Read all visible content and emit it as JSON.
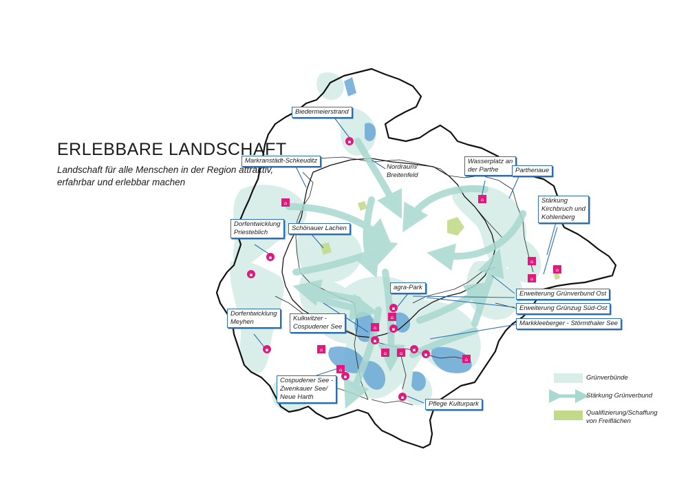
{
  "title": "ERLEBBARE LANDSCHAFT",
  "subtitle": {
    "line1": "Landschaft für alle Menschen in der Region attraktiv,",
    "line2": "erfahrbar und erlebbar machen"
  },
  "labels": {
    "biedermeierstrand": "Biedermeierstrand",
    "markranstaedt": "Markranstädt-Schkeuditz",
    "nordraum_1": "Nordraum/",
    "nordraum_2": "Breitenfeld",
    "wasserplatz_1": "Wasserplatz an",
    "wasserplatz_2": "der Parthe",
    "parthenaue": "Parthenaue",
    "staerkung_1": "Stärkung",
    "staerkung_2": "Kirchbruch und",
    "staerkung_3": "Kohlenberg",
    "dorf_priesteblich_1": "Dorfentwicklung",
    "dorf_priesteblich_2": "Priesteblich",
    "schoenauer": "Schönauer Lachen",
    "agra": "agra-Park",
    "gv_ost": "Erweiterung Grünverbund Ost",
    "gz_suedost": "Erweiterung Grünzug Süd-Ost",
    "markkleeberger": "Markkleeberger - Störmthaler See",
    "dorf_meyhen_1": "Dorfentwicklung",
    "dorf_meyhen_2": "Meyhen",
    "kulkwitzer_1": "Kulkwitzer -",
    "kulkwitzer_2": "Cospudener See",
    "cospudener_1": "Cospudener See -",
    "cospudener_2": "Zwenkauer See/",
    "cospudener_3": "Neue Harth",
    "kulturpark": "Pflege Kulturpark"
  },
  "legend": {
    "gruenverbuende": "Grünverbünde",
    "staerkung": "Stärkung Grünverbund",
    "quali_1": "Qualifizierung/Schaffung",
    "quali_2": "von Freiflächen"
  },
  "colors": {
    "green_network": "#d9eee8",
    "arrow": "#9fd3cb",
    "water": "#6aa8d6",
    "open_space": "#c2d98a",
    "marker": "#e0197d",
    "label_border": "#2a6db2",
    "leader": "#2a6db2",
    "boundary": "#111111"
  },
  "markers": [
    {
      "icon": "landmark-icon",
      "shape": "circle"
    },
    {
      "icon": "rail-icon",
      "shape": "square"
    },
    {
      "icon": "bike-icon",
      "shape": "circle"
    },
    {
      "icon": "landmark-icon",
      "shape": "circle"
    },
    {
      "icon": "village-icon",
      "shape": "square"
    },
    {
      "icon": "landmark-icon",
      "shape": "circle"
    },
    {
      "icon": "rail-icon",
      "shape": "square"
    },
    {
      "icon": "industry-icon",
      "shape": "square"
    },
    {
      "icon": "industry-icon",
      "shape": "square"
    },
    {
      "icon": "industry-icon",
      "shape": "square"
    },
    {
      "icon": "tree-icon",
      "shape": "square"
    },
    {
      "icon": "ruin-icon",
      "shape": "square"
    },
    {
      "icon": "landmark-icon",
      "shape": "circle"
    },
    {
      "icon": "landmark-icon",
      "shape": "circle"
    },
    {
      "icon": "rail-icon",
      "shape": "square"
    },
    {
      "icon": "bird-icon",
      "shape": "square"
    },
    {
      "icon": "bird-icon",
      "shape": "square"
    },
    {
      "icon": "rail-icon",
      "shape": "square"
    },
    {
      "icon": "landmark-icon",
      "shape": "circle"
    },
    {
      "icon": "hiker-icon",
      "shape": "square"
    },
    {
      "icon": "landmark-icon",
      "shape": "circle"
    },
    {
      "icon": "landmark-icon",
      "shape": "circle"
    },
    {
      "icon": "ruin-icon",
      "shape": "square"
    },
    {
      "icon": "bird-icon",
      "shape": "square"
    }
  ]
}
